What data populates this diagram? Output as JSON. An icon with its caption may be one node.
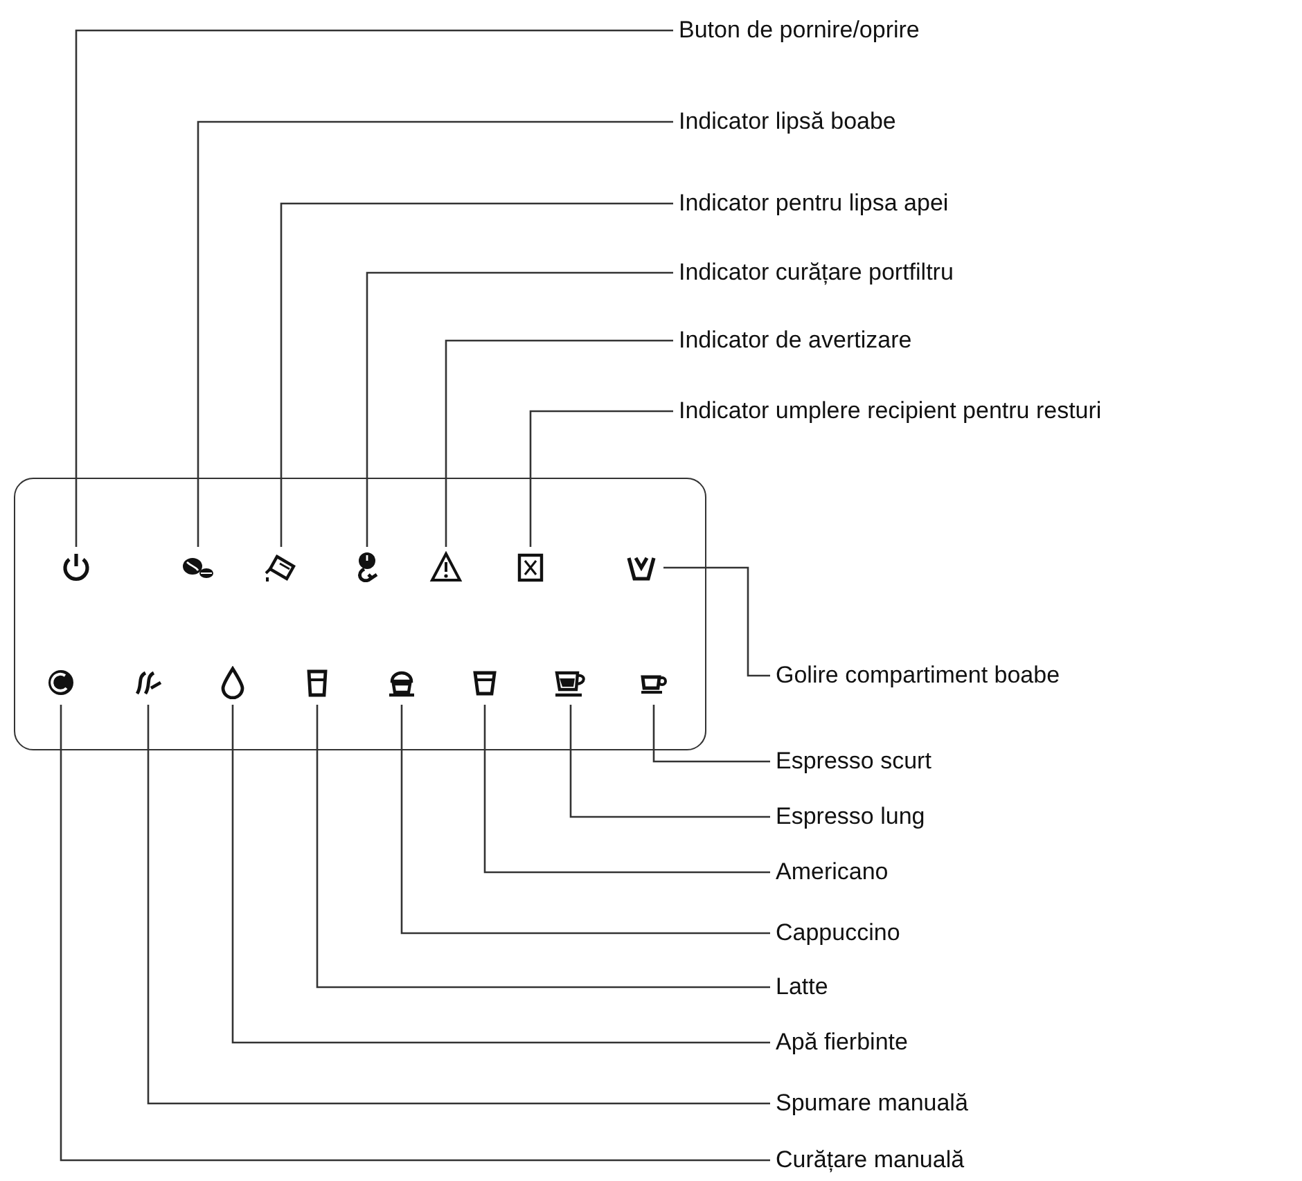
{
  "diagram": {
    "nodes": [
      {
        "text": [
          "Buton de pornire/oprire"
        ]
      },
      {
        "text": [
          "Indicator lipsă boabe"
        ]
      },
      {
        "text": [
          "Indicator pentru lipsa apei"
        ]
      },
      {
        "text": [
          "Indicator curățare portfiltru"
        ]
      },
      {
        "text": [
          "Indicator de avertizare"
        ]
      },
      {
        "text": [
          "Indicator umplere recipient pentru resturi"
        ]
      },
      {
        "text": [
          "Golire compartiment boabe"
        ]
      },
      {
        "text": [
          "Espresso scurt"
        ]
      },
      {
        "text": [
          "Espresso lung"
        ]
      },
      {
        "text": [
          "Americano"
        ]
      },
      {
        "text": [
          "Cappuccino"
        ]
      },
      {
        "text": [
          "Latte"
        ]
      },
      {
        "text": [
          "Apă fierbinte"
        ]
      },
      {
        "text": [
          "Spumare manuală"
        ]
      },
      {
        "text": [
          "Curățare manuală"
        ]
      },
      {
        "text": [],
        "shape": "icon"
      },
      {
        "text": [],
        "shape": "icon"
      },
      {
        "text": [],
        "shape": "icon"
      },
      {
        "text": [],
        "shape": "icon"
      },
      {
        "text": [],
        "shape": "icon"
      },
      {
        "text": [],
        "shape": "icon"
      },
      {
        "text": [],
        "shape": "icon"
      },
      {
        "text": [],
        "shape": "icon"
      },
      {
        "text": [],
        "shape": "icon"
      },
      {
        "text": [],
        "shape": "icon"
      },
      {
        "text": [],
        "shape": "icon"
      },
      {
        "text": [],
        "shape": "icon"
      },
      {
        "text": [],
        "shape": "icon"
      },
      {
        "text": [],
        "shape": "icon"
      },
      {
        "text": [],
        "shape": "icon"
      }
    ],
    "edges": [
      {
        "from": 0,
        "to": 15,
        "arrow": "none"
      },
      {
        "from": 1,
        "to": 16,
        "arrow": "none"
      },
      {
        "from": 2,
        "to": 17,
        "arrow": "none"
      },
      {
        "from": 3,
        "to": 18,
        "arrow": "none"
      },
      {
        "from": 4,
        "to": 19,
        "arrow": "none"
      },
      {
        "from": 5,
        "to": 20,
        "arrow": "none"
      },
      {
        "from": 6,
        "to": 21,
        "arrow": "none"
      },
      {
        "from": 7,
        "to": 29,
        "arrow": "none"
      },
      {
        "from": 8,
        "to": 28,
        "arrow": "none"
      },
      {
        "from": 9,
        "to": 27,
        "arrow": "none"
      },
      {
        "from": 10,
        "to": 26,
        "arrow": "none"
      },
      {
        "from": 11,
        "to": 25,
        "arrow": "none"
      },
      {
        "from": 12,
        "to": 24,
        "arrow": "none"
      },
      {
        "from": 13,
        "to": 23,
        "arrow": "none"
      },
      {
        "from": 14,
        "to": 22,
        "arrow": "none"
      }
    ]
  }
}
